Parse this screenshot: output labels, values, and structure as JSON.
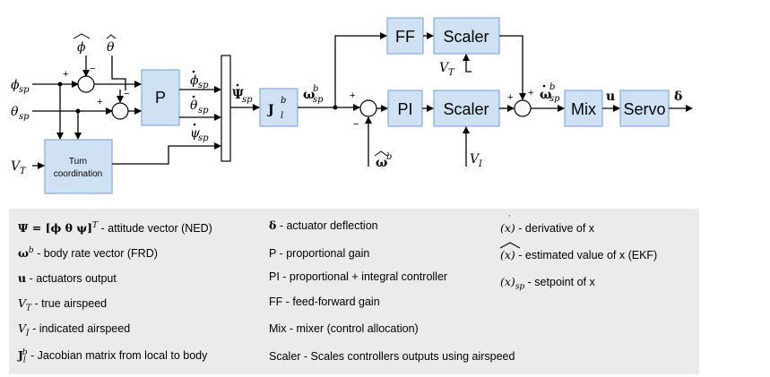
{
  "diagram": {
    "blocks": {
      "p": "P",
      "ff": "FF",
      "scaler_ff": "Scaler",
      "pi": "PI",
      "scaler_pi": "Scaler",
      "mix": "Mix",
      "servo": "Servo",
      "turn_1": "Turn",
      "turn_2": "coordination"
    },
    "signals": {
      "phi_sp": "ϕ",
      "theta_sp": "θ",
      "sp_sub": "sp",
      "vt_input": "V",
      "vt_sub": "T",
      "phi_hat": "ϕ",
      "theta_hat": "θ",
      "phidot_sp": "ϕ",
      "thetadot_sp": "θ",
      "psidot_sp": "ψ",
      "psi_dot_sp_vec": "Ψ",
      "jac": "J",
      "jac_sup": "b",
      "jac_sub": "l",
      "omega_sp": "ω",
      "omega_sup": "b",
      "omega_hat": "ω",
      "vt_ff": "V",
      "vi_pi": "V",
      "vi_sub": "I",
      "omegadot_sp": "ω",
      "u_out": "u",
      "delta_out": "δ"
    },
    "signs": {
      "plus": "+",
      "minus": "−"
    }
  },
  "legend": {
    "col1": [
      {
        "sym": "Ψ = [ϕ  θ  ψ]",
        "sup": "T",
        "text": " - attitude vector (NED)"
      },
      {
        "sym": "ω",
        "sup": "b",
        "text": " - body rate vector (FRD)"
      },
      {
        "sym": "u",
        "sup": "",
        "text": " - actuators output"
      },
      {
        "sym": "V",
        "sub": "T",
        "text": " - true airspeed"
      },
      {
        "sym": "V",
        "sub": "I",
        "text": " - indicated airspeed"
      },
      {
        "sym": "J",
        "sub": "l",
        "sup": "b",
        "text": " - Jacobian matrix from local to body"
      }
    ],
    "col2": [
      {
        "sym": "δ",
        "text": " - actuator deflection"
      },
      {
        "text": "P - proportional gain"
      },
      {
        "text": "PI - proportional + integral controller"
      },
      {
        "text": "FF - feed-forward gain"
      },
      {
        "text": "Mix - mixer (control allocation)"
      },
      {
        "text": "Scaler - Scales controllers outputs using airspeed"
      }
    ],
    "col3": [
      {
        "sym": "(x)",
        "text": " - derivative of x"
      },
      {
        "sym": "(x)",
        "text": " - estimated value of x (EKF)"
      },
      {
        "sym": "(x)",
        "sub": "sp",
        "text": " - setpoint of x"
      }
    ]
  }
}
